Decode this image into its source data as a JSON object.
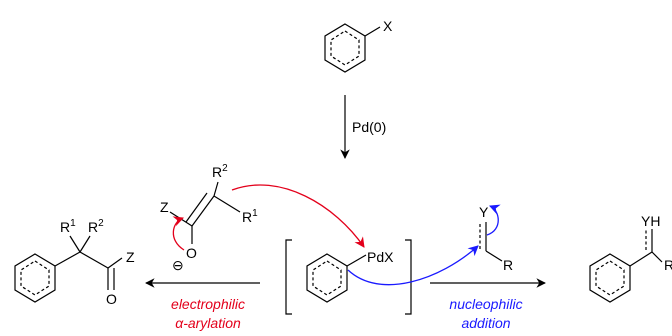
{
  "start": {
    "substituent": "X"
  },
  "catalyst": "Pd(0)",
  "intermediate": {
    "pd_label": "PdX"
  },
  "enolate": {
    "z": "Z",
    "o": "O",
    "charge": "⊖",
    "r1": "R",
    "r1_sup": "1",
    "r2": "R",
    "r2_sup": "2"
  },
  "product_left": {
    "r1": "R",
    "r1_sup": "1",
    "r2": "R",
    "r2_sup": "2",
    "z": "Z",
    "o": "O"
  },
  "alkene": {
    "y": "Y",
    "r": "R"
  },
  "product_right": {
    "yh": "YH",
    "r": "R"
  },
  "left_pathway": {
    "line1": "electrophilic",
    "line2": "α-arylation",
    "color": "#e3001b"
  },
  "right_pathway": {
    "line1": "nucleophilic",
    "line2": "addition",
    "color": "#1a1aff"
  }
}
